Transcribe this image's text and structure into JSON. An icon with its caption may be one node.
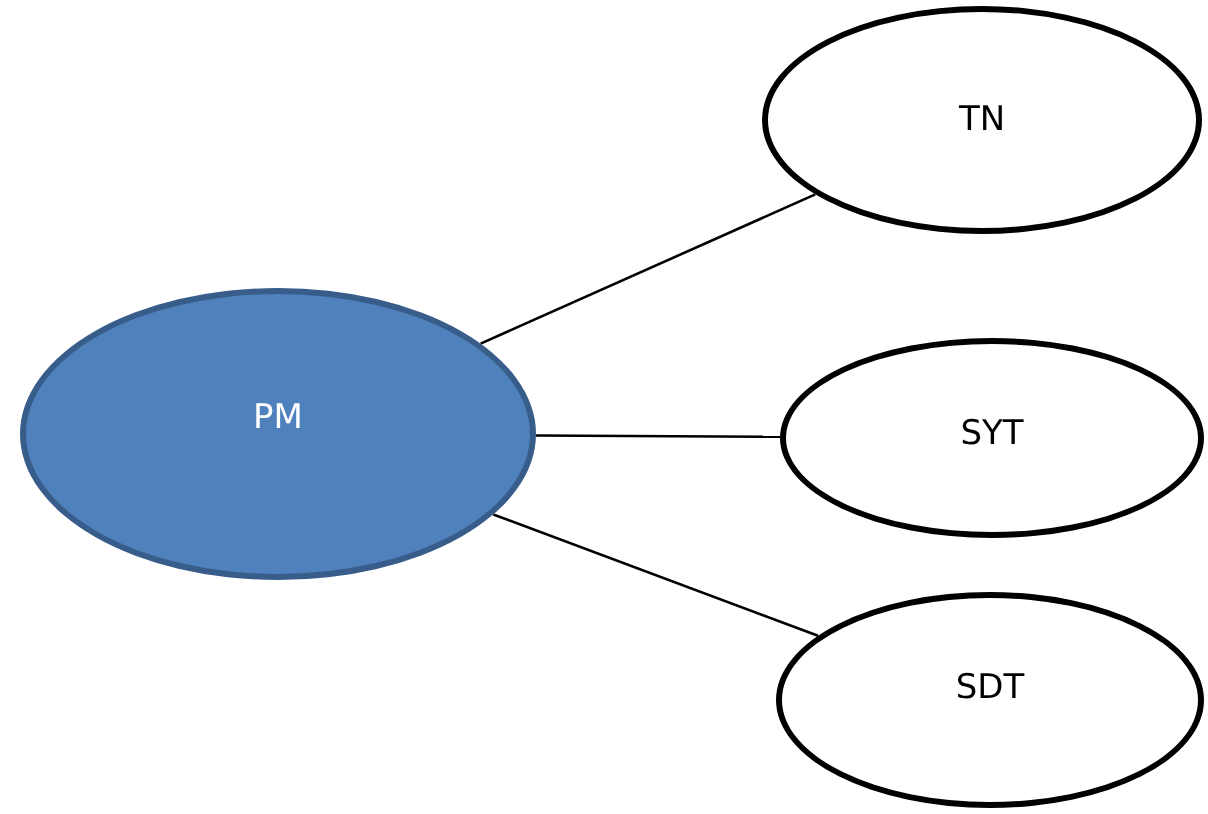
{
  "diagram": {
    "nodes": [
      {
        "text": [
          "PM"
        ]
      },
      {
        "text": [
          "TN"
        ]
      },
      {
        "text": [
          "SYT"
        ]
      },
      {
        "text": [
          "SDT"
        ]
      }
    ],
    "edges": [
      {
        "from": 0,
        "to": 1,
        "arrow": "none"
      },
      {
        "from": 0,
        "to": 2,
        "arrow": "none"
      },
      {
        "from": 0,
        "to": 3,
        "arrow": "none"
      }
    ]
  }
}
